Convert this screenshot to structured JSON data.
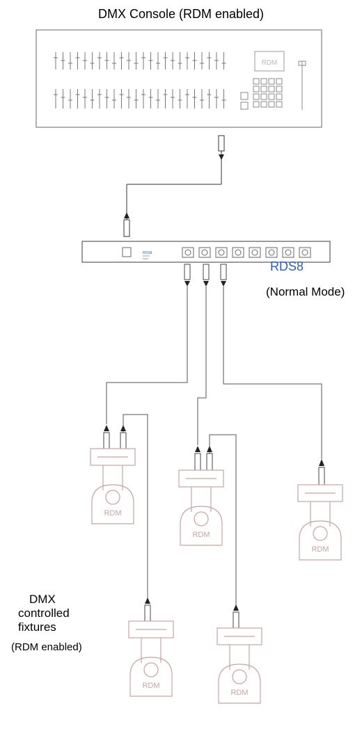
{
  "console": {
    "title": "DMX Console (RDM enabled)",
    "panel_label": "RDM"
  },
  "splitter": {
    "name": "RDS8",
    "mode": "(Normal Mode)",
    "brand": "RDS8"
  },
  "fixtures": {
    "label_line1": "DMX",
    "label_line2": "controlled",
    "label_line3": "fixtures",
    "label_line4": "(RDM enabled)",
    "badge": "RDM"
  },
  "colors": {
    "line": "#333333",
    "fixture": "#c9a3a3",
    "accent": "#2d5fc4",
    "device": "#666666"
  }
}
